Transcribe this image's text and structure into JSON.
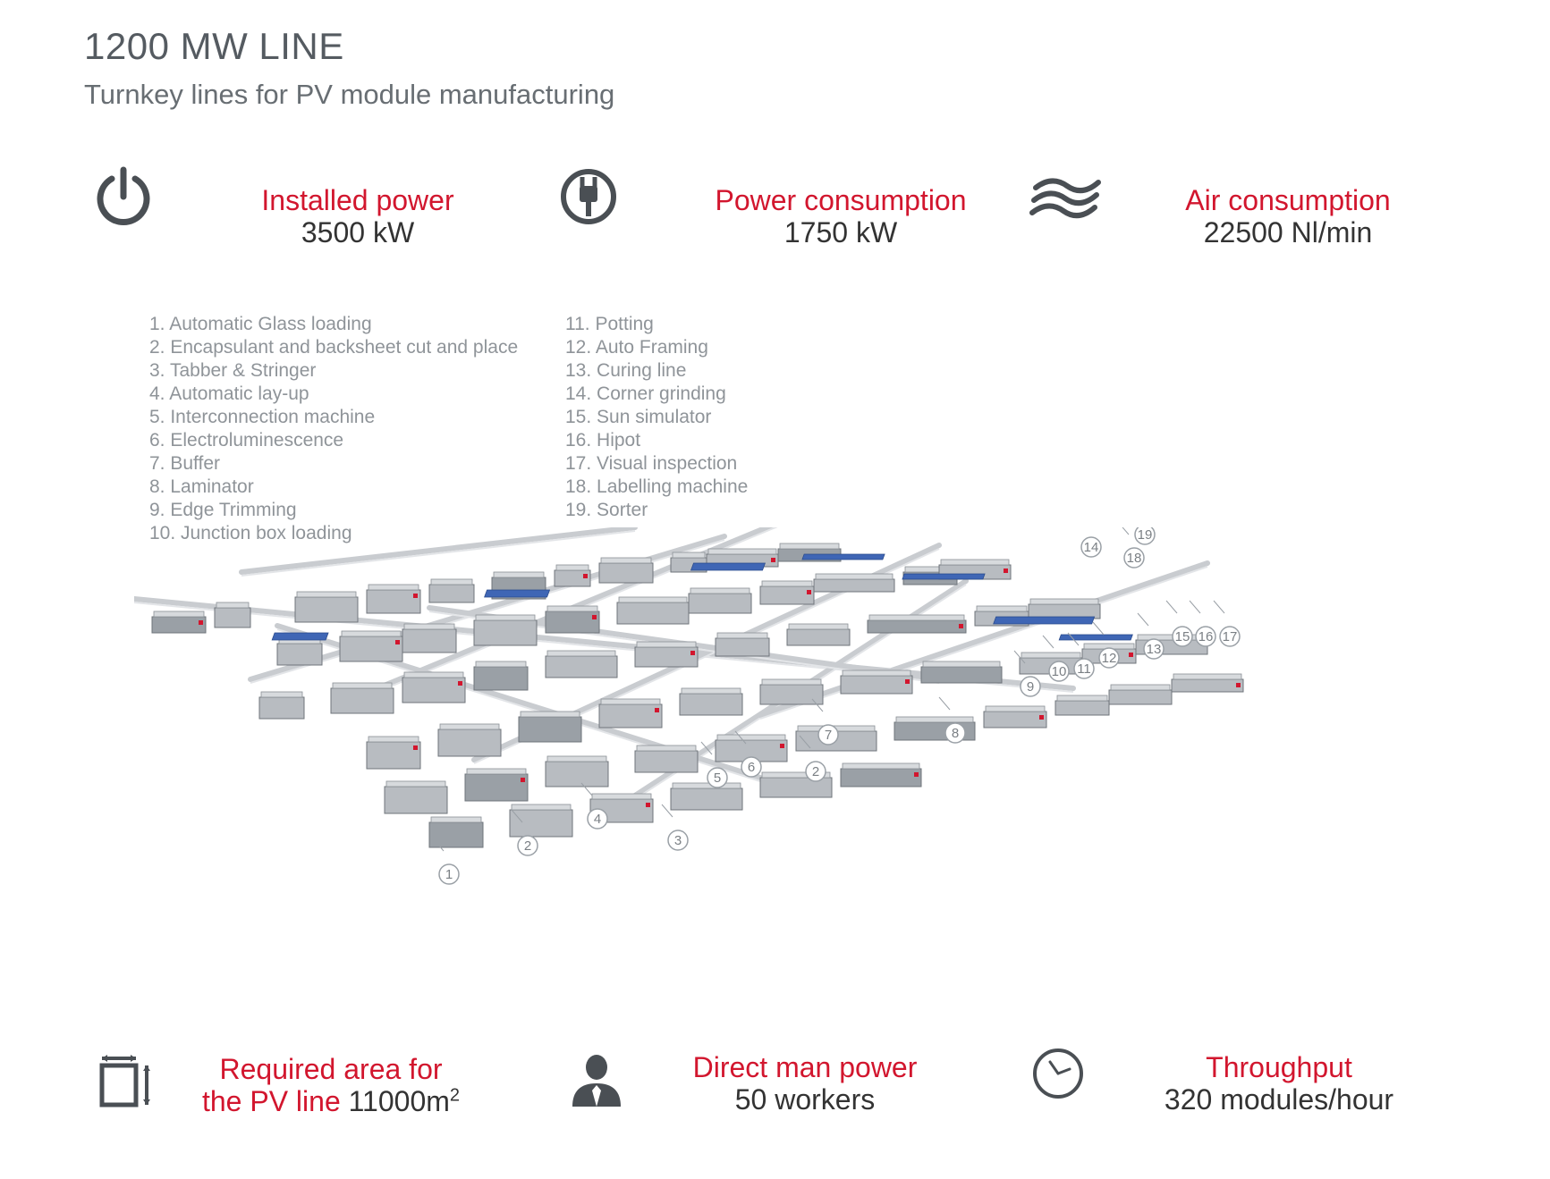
{
  "header": {
    "title": "1200 MW LINE",
    "subtitle": "Turnkey lines for PV module manufacturing"
  },
  "colors": {
    "accent": "#d2162e",
    "value": "#333333",
    "muted": "#8f9499",
    "icon": "#4a4f54"
  },
  "stats_top": [
    {
      "icon": "power-icon",
      "label": "Installed power",
      "value": "3500 kW"
    },
    {
      "icon": "plug-icon",
      "label": "Power consumption",
      "value": "1750 kW"
    },
    {
      "icon": "air-waves-icon",
      "label": "Air consumption",
      "value": "22500 Nl/min"
    }
  ],
  "legend": {
    "col1": [
      "1. Automatic Glass loading",
      "2. Encapsulant and backsheet cut and place",
      "3. Tabber & Stringer",
      "4. Automatic lay-up",
      "5. Interconnection machine",
      "6. Electroluminescence",
      "7. Buffer",
      "8. Laminator",
      "9. Edge Trimming",
      "10. Junction box loading"
    ],
    "col2": [
      "11. Potting",
      "12. Auto Framing",
      "13. Curing line",
      "14. Corner grinding",
      "15. Sun simulator",
      "16. Hipot",
      "17. Visual inspection",
      "18. Labelling machine",
      "19. Sorter"
    ]
  },
  "callouts": [
    "1",
    "2",
    "3",
    "4",
    "5",
    "6",
    "2",
    "7",
    "8",
    "9",
    "10",
    "11",
    "12",
    "13",
    "14",
    "15",
    "16",
    "17",
    "18",
    "19"
  ],
  "stats_bottom": {
    "area": {
      "icon": "area-resize-icon",
      "label_line1": "Required area for",
      "label_line2": "the PV line",
      "value": "11000m",
      "superscript": "2"
    },
    "manpower": {
      "icon": "worker-icon",
      "label": "Direct man power",
      "value": "50 workers"
    },
    "throughput": {
      "icon": "clock-icon",
      "label": "Throughput",
      "value": "320 modules/hour"
    }
  }
}
